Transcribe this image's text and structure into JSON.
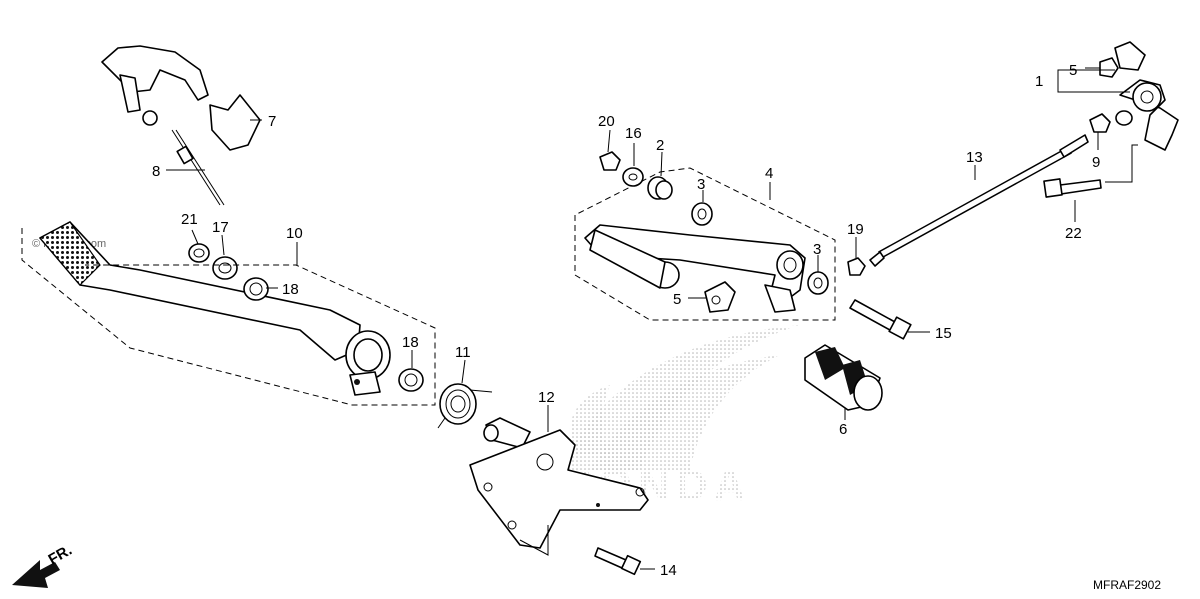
{
  "diagram": {
    "watermark": "© Partzilla.com",
    "brand_text": "HONDA",
    "front_marker": "FR.",
    "drawing_code": "MFRAF2902",
    "callouts": [
      "1",
      "2",
      "3",
      "3",
      "4",
      "5",
      "5",
      "6",
      "7",
      "8",
      "9",
      "10",
      "11",
      "12",
      "13",
      "14",
      "15",
      "16",
      "17",
      "18",
      "18",
      "19",
      "20",
      "21",
      "22"
    ]
  },
  "colors": {
    "line": "#000000",
    "background": "#ffffff",
    "logo_dots": "#bdbdbd"
  }
}
